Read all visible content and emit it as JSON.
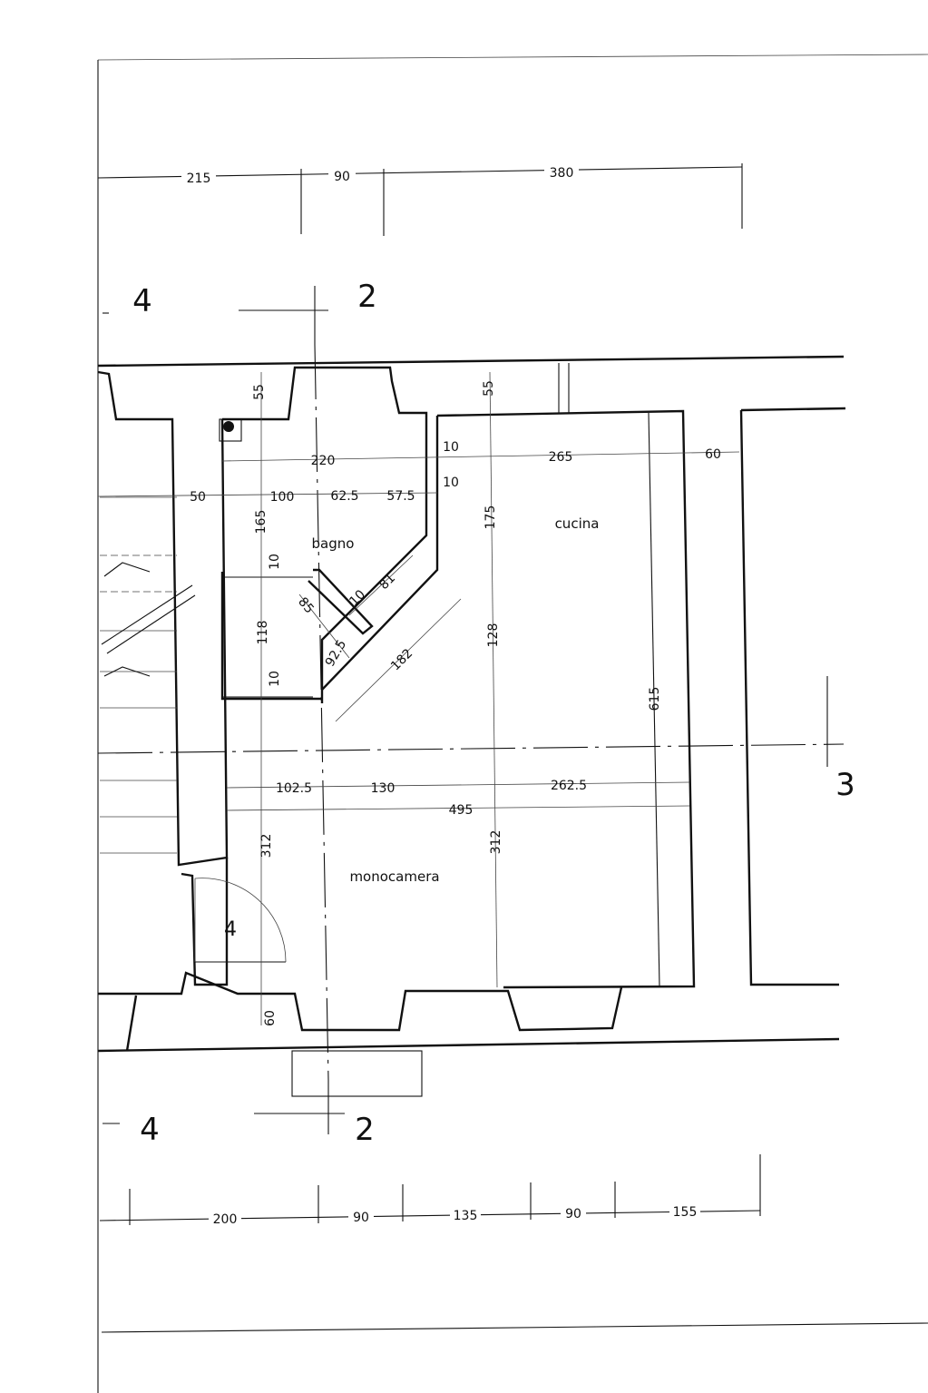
{
  "rooms": {
    "bagno": "bagno",
    "cucina": "cucina",
    "monocamera": "monocamera",
    "entrance": "4"
  },
  "section_markers": {
    "top_left": "4",
    "top_center": "2",
    "right": "3",
    "bottom_left": "4",
    "bottom_center": "2"
  },
  "dimensions": {
    "top": [
      "215",
      "90",
      "380"
    ],
    "bottom": [
      "200",
      "90",
      "135",
      "90",
      "155"
    ],
    "wall_top_left": "55",
    "wall_top_right": "55",
    "bagno_width": "220",
    "cucina_width": "265",
    "right_gap": "60",
    "wall_a": "10",
    "wall_b": "10",
    "stair_wall": "50",
    "seg_100": "100",
    "seg_62_5": "62.5",
    "seg_57_5": "57.5",
    "bagno_depth": "165",
    "cucina_depth": "175",
    "partition_1": "10",
    "closet_depth": "118",
    "partition_2": "10",
    "diag_81": "81",
    "diag_10": "10",
    "diag_85": "85",
    "diag_92_5": "92.5",
    "diag_182": "182",
    "cucina_lower": "128",
    "total_depth": "615",
    "mono_102_5": "102.5",
    "mono_130": "130",
    "mono_262_5": "262.5",
    "mono_total": "495",
    "mono_depth_left": "312",
    "mono_depth_right": "312",
    "wall_bottom": "60"
  }
}
